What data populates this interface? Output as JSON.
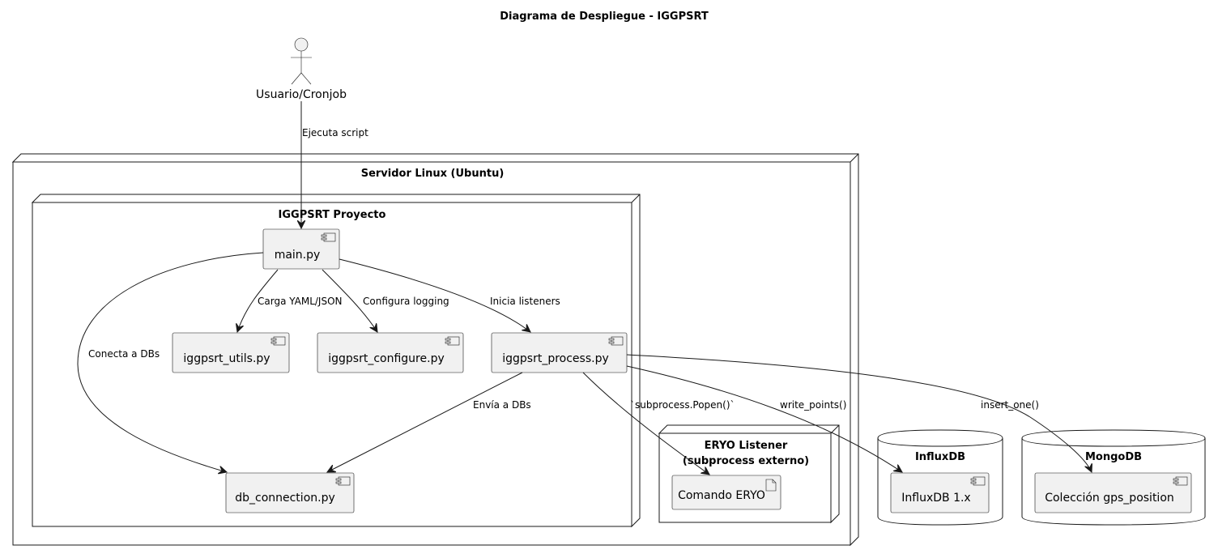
{
  "diagram": {
    "title": "Diagrama de Despliegue - IGGPSRT",
    "actor": {
      "label": "Usuario/Cronjob"
    },
    "nodes": {
      "server": "Servidor Linux (Ubuntu)",
      "project": "IGGPSRT Proyecto",
      "eryo_line1": "ERYO Listener",
      "eryo_line2": "(subprocess externo)",
      "influx": "InfluxDB",
      "mongo": "MongoDB"
    },
    "components": {
      "main": "main.py",
      "utils": "iggpsrt_utils.py",
      "configure": "iggpsrt_configure.py",
      "process": "iggpsrt_process.py",
      "db_connection": "db_connection.py",
      "eryo_command": "Comando ERYO",
      "influx_component": "InfluxDB 1.x",
      "mongo_component": "Colección gps_position"
    },
    "edges": {
      "ejecuta": "Ejecuta script",
      "carga": "Carga YAML/JSON",
      "configura": "Configura logging",
      "inicia": "Inicia listeners",
      "conecta": "Conecta a DBs",
      "envia": "Envía a DBs",
      "popen": "`subprocess.Popen()`",
      "write_points": "write_points()",
      "insert_one": "insert_one()"
    }
  }
}
